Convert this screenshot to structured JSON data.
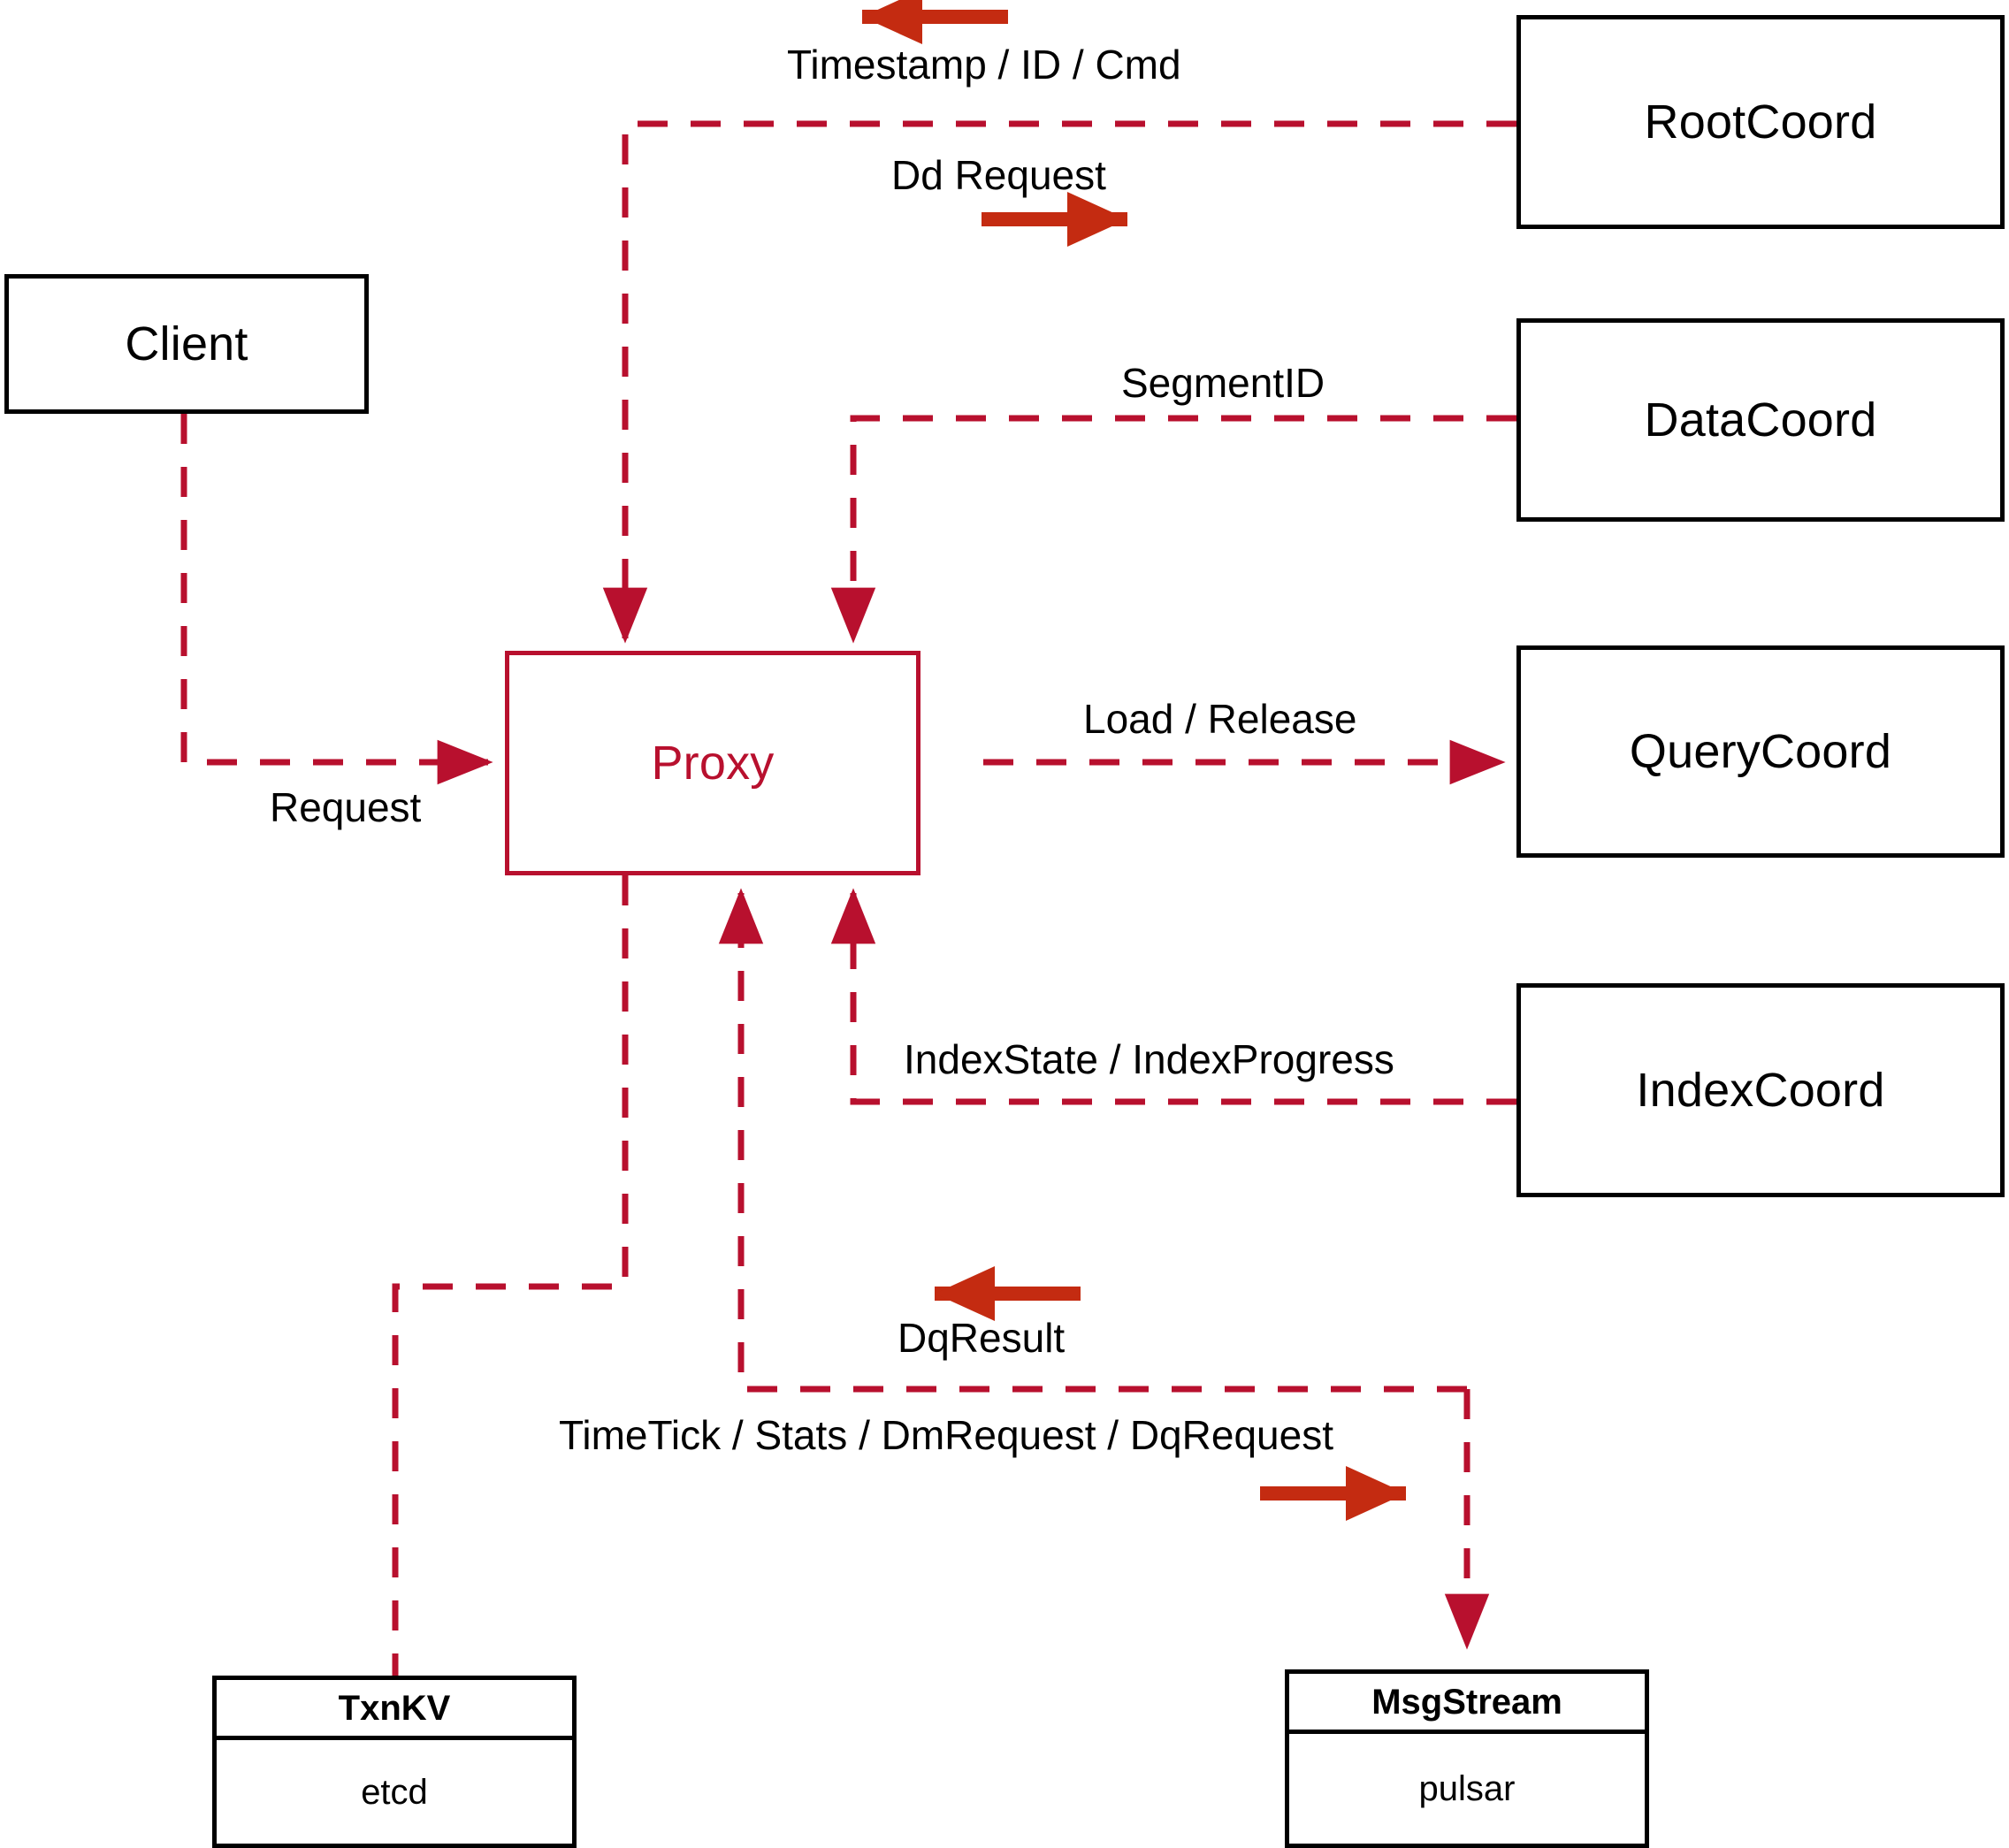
{
  "diagram": {
    "title": "Proxy component interaction diagram",
    "colors": {
      "node_border": "#000000",
      "node_text": "#000000",
      "proxy_border": "#b8102e",
      "proxy_text": "#b8102e",
      "dashed_edge": "#b8102e",
      "direction_arrow": "#c42b11",
      "background": "#ffffff"
    }
  },
  "nodes": {
    "client": {
      "label": "Client"
    },
    "proxy": {
      "label": "Proxy"
    },
    "root_coord": {
      "label": "RootCoord"
    },
    "data_coord": {
      "label": "DataCoord"
    },
    "query_coord": {
      "label": "QueryCoord"
    },
    "index_coord": {
      "label": "IndexCoord"
    }
  },
  "stores": {
    "txnkv": {
      "header": "TxnKV",
      "body": "etcd"
    },
    "msgstream": {
      "header": "MsgStream",
      "body": "pulsar"
    }
  },
  "edge_labels": {
    "timestamp_id_cmd": "Timestamp / ID / Cmd",
    "dd_request": "Dd Request",
    "segment_id": "SegmentID",
    "load_release": "Load / Release",
    "index_state_progress": "IndexState / IndexProgress",
    "request": "Request",
    "dq_result": "DqResult",
    "timetick_stats": "TimeTick / Stats / DmRequest / DqRequest"
  },
  "edges": [
    {
      "from": "root_coord",
      "to": "proxy",
      "label": "Timestamp / ID / Cmd",
      "direction": "left"
    },
    {
      "from": "proxy",
      "to": "root_coord",
      "label": "Dd Request",
      "direction": "right"
    },
    {
      "from": "data_coord",
      "to": "proxy",
      "label": "SegmentID",
      "direction": "left"
    },
    {
      "from": "proxy",
      "to": "query_coord",
      "label": "Load / Release",
      "direction": "right"
    },
    {
      "from": "index_coord",
      "to": "proxy",
      "label": "IndexState / IndexProgress",
      "direction": "left"
    },
    {
      "from": "client",
      "to": "proxy",
      "label": "Request",
      "direction": "right"
    },
    {
      "from": "msgstream",
      "to": "proxy",
      "label": "DqResult",
      "direction": "left"
    },
    {
      "from": "proxy",
      "to": "msgstream",
      "label": "TimeTick / Stats / DmRequest / DqRequest",
      "direction": "right"
    },
    {
      "from": "proxy",
      "to": "txnkv",
      "label": "",
      "direction": "down"
    }
  ]
}
